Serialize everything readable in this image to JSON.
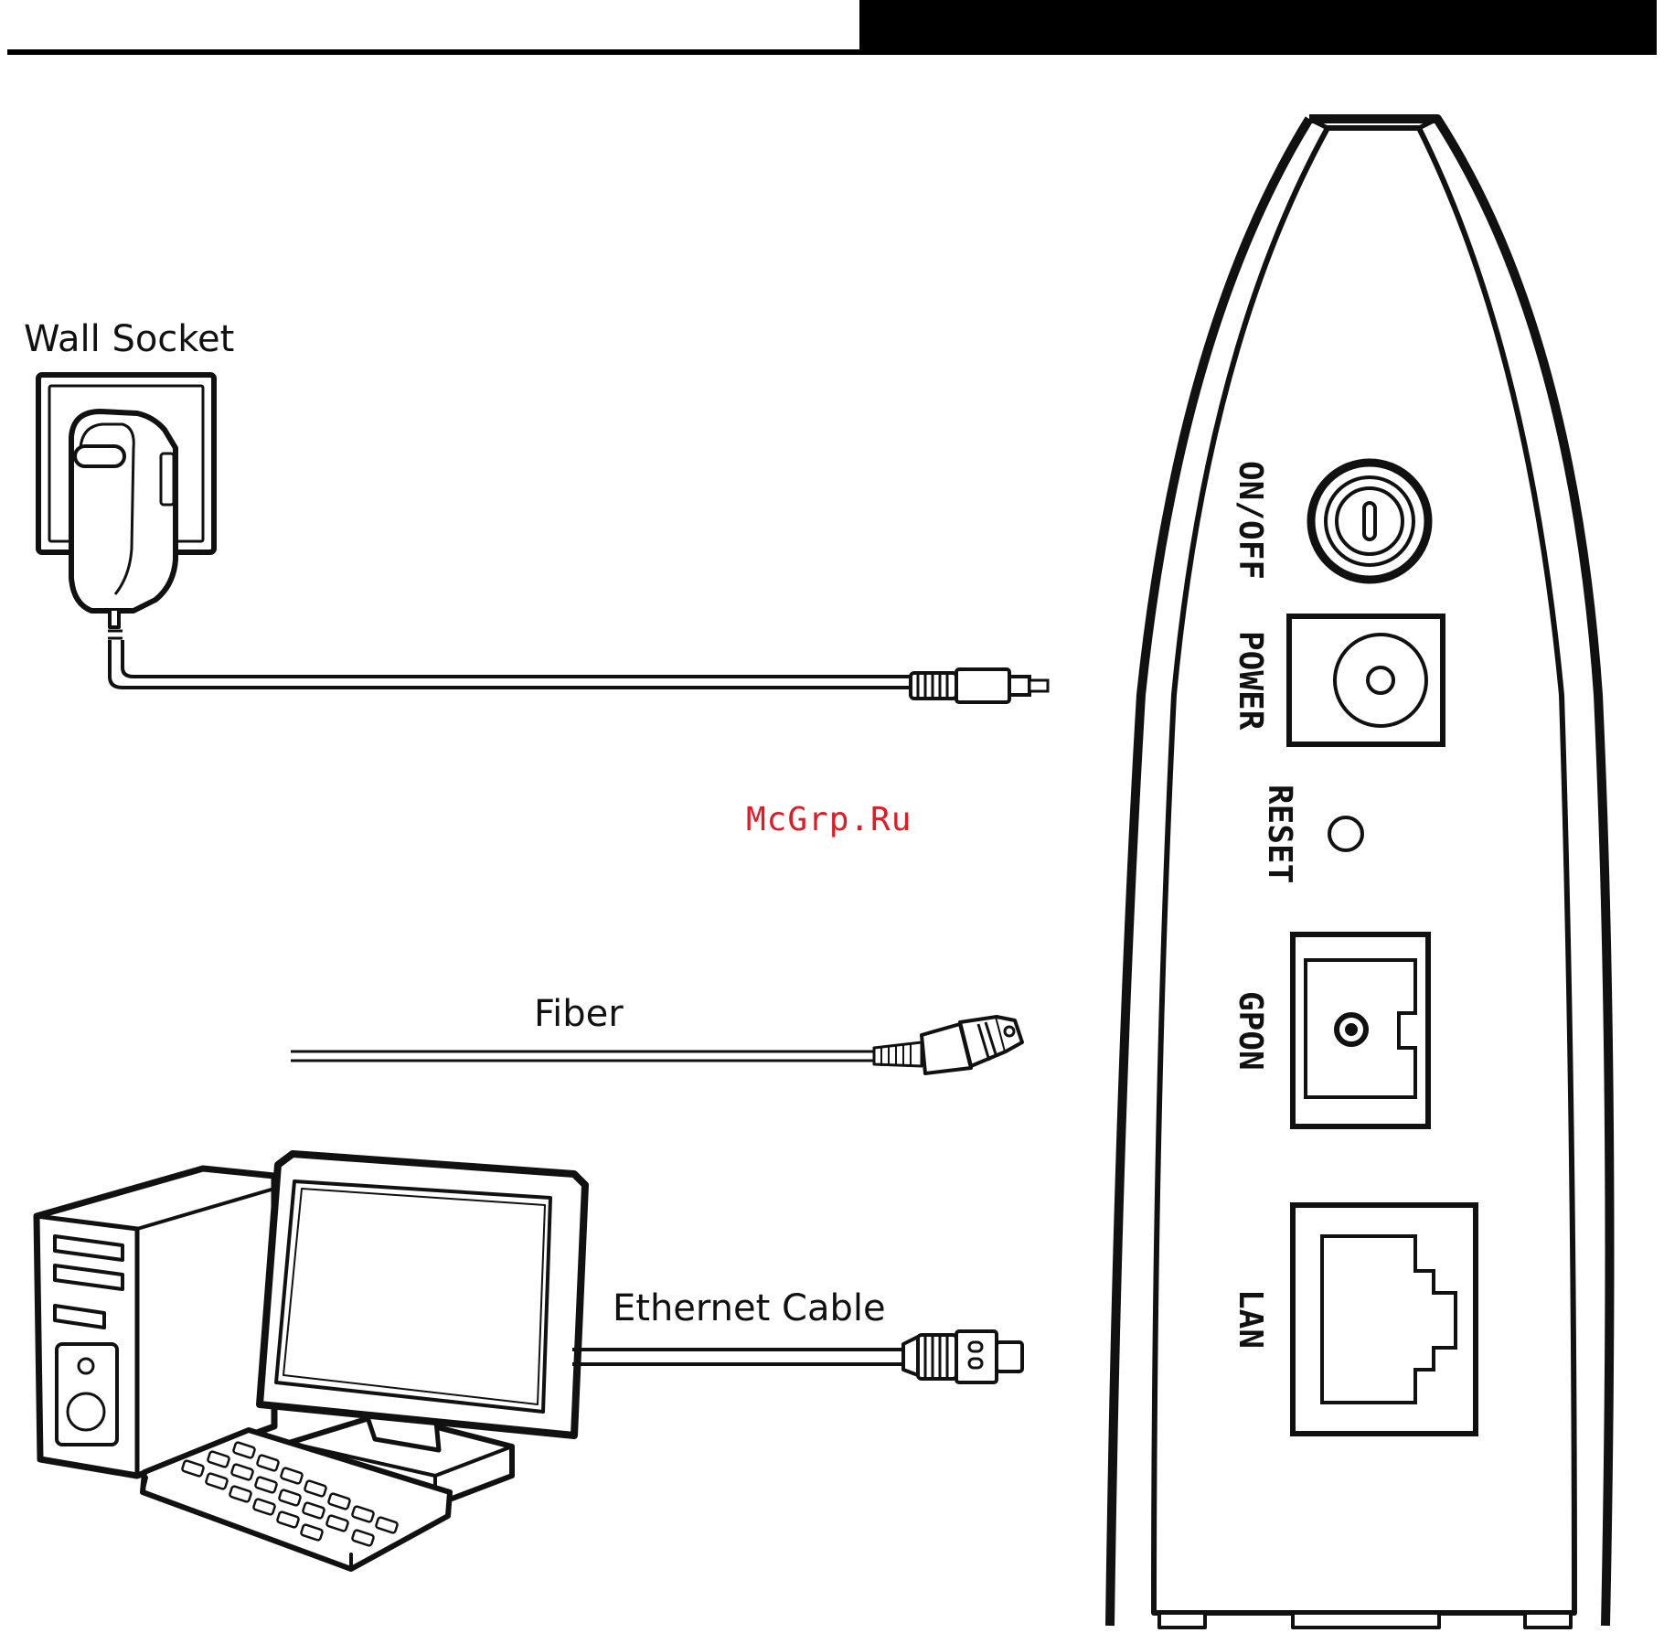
{
  "labels": {
    "wall_socket": "Wall Socket",
    "fiber": "Fiber",
    "ethernet_cable": "Ethernet Cable"
  },
  "ports": {
    "on_off": "ON/OFF",
    "power": "POWER",
    "reset": "RESET",
    "gpon": "GPON",
    "lan": "LAN"
  },
  "watermark": "McGrp.Ru",
  "colors": {
    "line": "#111111",
    "header_bar": "#000000",
    "watermark": "#e01b24"
  },
  "icons": [
    "wall-socket-icon",
    "power-adapter-icon",
    "dc-plug-icon",
    "fiber-connector-icon",
    "rj45-plug-icon",
    "computer-icon",
    "router-icon"
  ]
}
